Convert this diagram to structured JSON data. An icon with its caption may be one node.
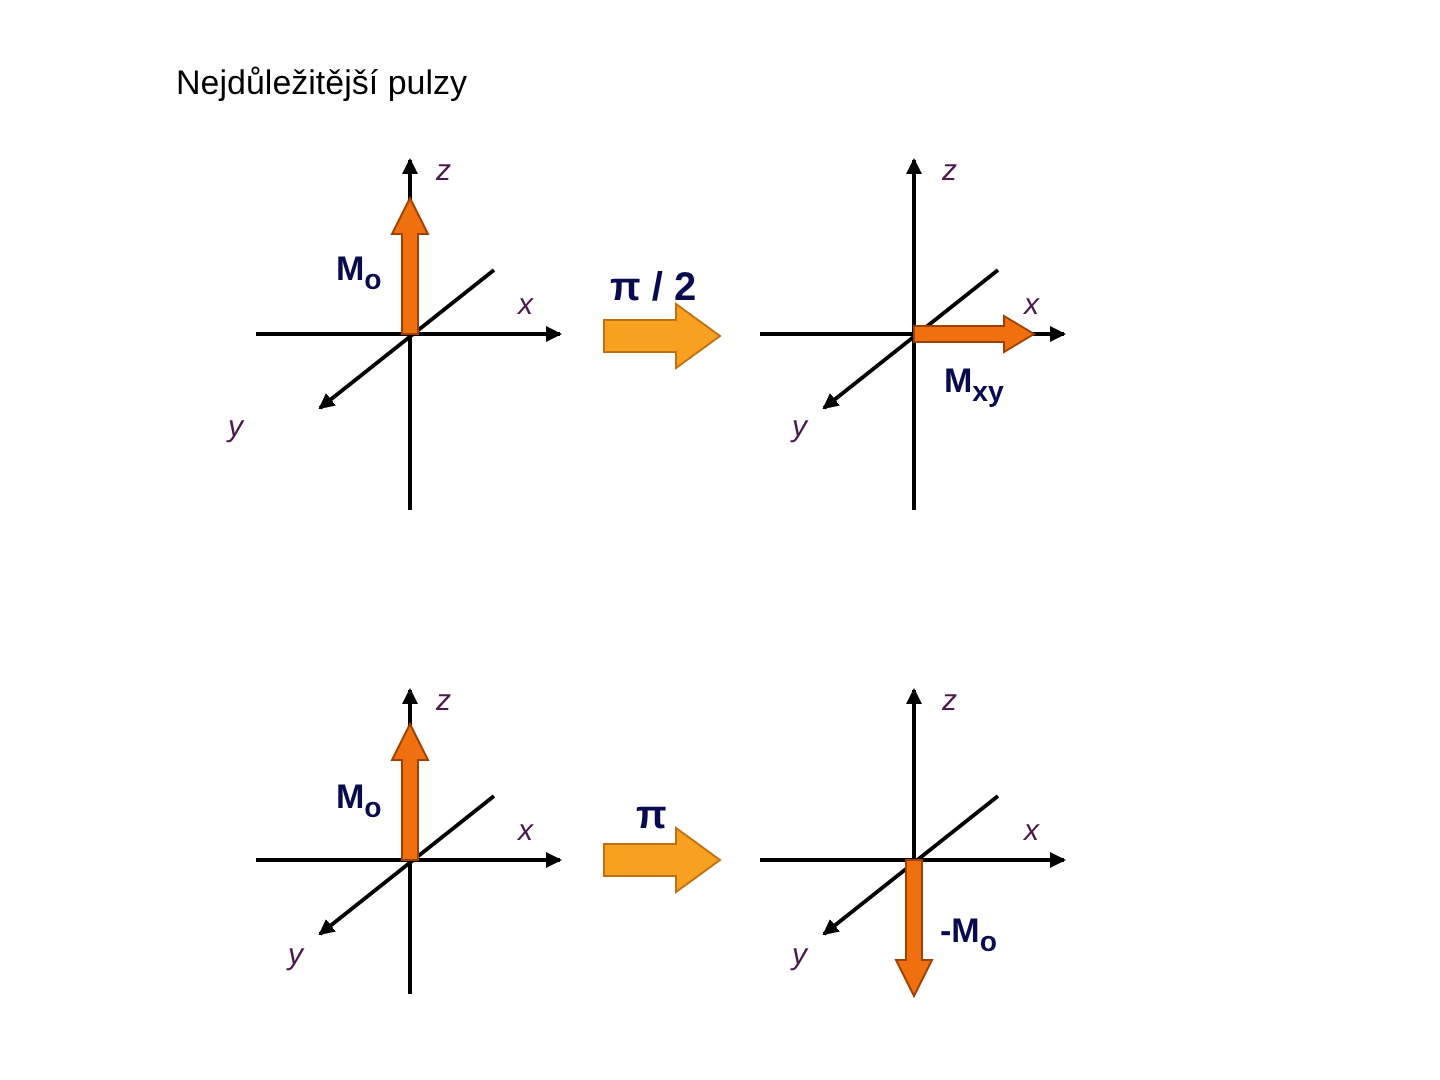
{
  "diagram": {
    "title": "Nejdůležitější pulzy",
    "labels": [
      "z",
      "z",
      "M$_{o}$",
      "x",
      "π / 2",
      "x",
      "M$_{xy}$",
      "y",
      "y",
      "z",
      "z",
      "M$_{o}$",
      "x",
      "π",
      "x",
      "y",
      "y",
      "-M$_{o}$"
    ]
  }
}
